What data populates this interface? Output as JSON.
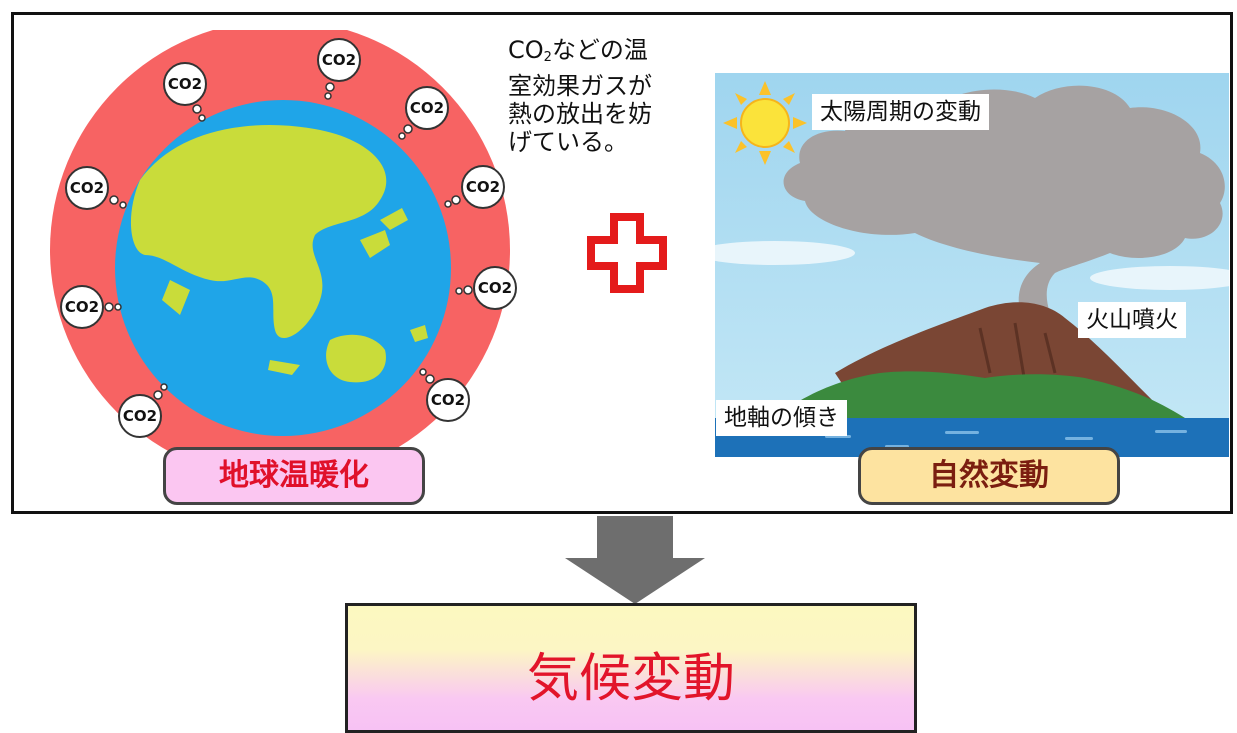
{
  "co2_bubble_label": "CO2",
  "greenhouse_note": {
    "line1_prefix": "CO",
    "line1_sub": "2",
    "line1_suffix": "などの温",
    "line2": "室効果ガスが",
    "line3": "熱の放出を妨",
    "line4": "げている。"
  },
  "left_label": "地球温暖化",
  "right_label": "自然変動",
  "natural_factors": {
    "solar": "太陽周期の変動",
    "volcano": "火山噴火",
    "axis": "地軸の傾き"
  },
  "result_label": "気候変動",
  "colors": {
    "co2_ring": "#f76363",
    "ocean": "#1fa5e8",
    "land": "#c9dc3a",
    "plus_sign": "#e41b1b",
    "arrow": "#6e6e6e",
    "result_text": "#e2142a"
  }
}
